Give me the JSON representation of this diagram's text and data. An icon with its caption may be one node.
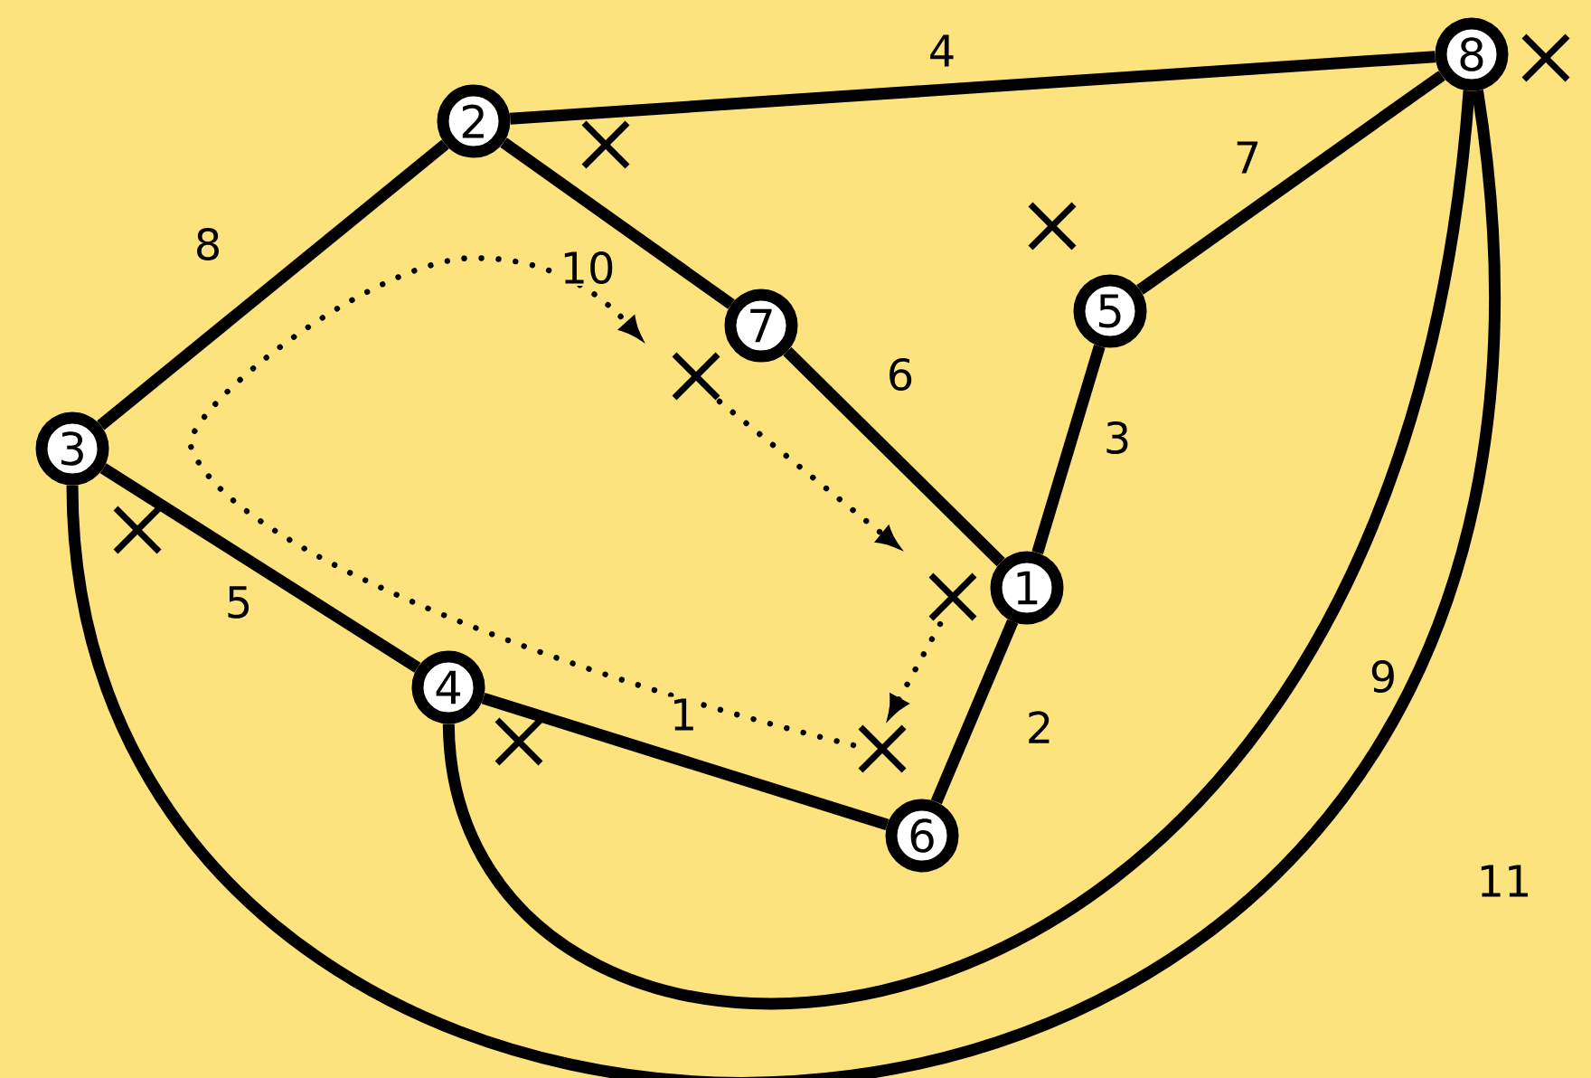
{
  "diagram": {
    "nodes": [
      {
        "text": [
          "1"
        ]
      },
      {
        "text": [
          "2"
        ]
      },
      {
        "text": [
          "3"
        ]
      },
      {
        "text": [
          "4"
        ]
      },
      {
        "text": [
          "5"
        ]
      },
      {
        "text": [
          "6"
        ]
      },
      {
        "text": [
          "7"
        ]
      },
      {
        "text": [
          "8"
        ]
      }
    ],
    "edges": [
      {
        "from": 1,
        "to": 7,
        "arrow": "none",
        "label": "4"
      },
      {
        "from": 1,
        "to": 2,
        "arrow": "none",
        "label": "8"
      },
      {
        "from": 1,
        "to": 6,
        "arrow": "none",
        "label": "10"
      },
      {
        "from": 6,
        "to": 0,
        "arrow": "none",
        "label": "6"
      },
      {
        "from": 4,
        "to": 7,
        "arrow": "none",
        "label": "7"
      },
      {
        "from": 4,
        "to": 0,
        "arrow": "none",
        "label": "3"
      },
      {
        "from": 0,
        "to": 5,
        "arrow": "none",
        "label": "2"
      },
      {
        "from": 2,
        "to": 3,
        "arrow": "none",
        "label": "5"
      },
      {
        "from": 3,
        "to": 5,
        "arrow": "none",
        "label": "1"
      },
      {
        "from": 3,
        "to": 7,
        "arrow": "none",
        "label": "9"
      },
      {
        "from": 2,
        "to": 7,
        "arrow": "none",
        "label": "11"
      }
    ]
  }
}
